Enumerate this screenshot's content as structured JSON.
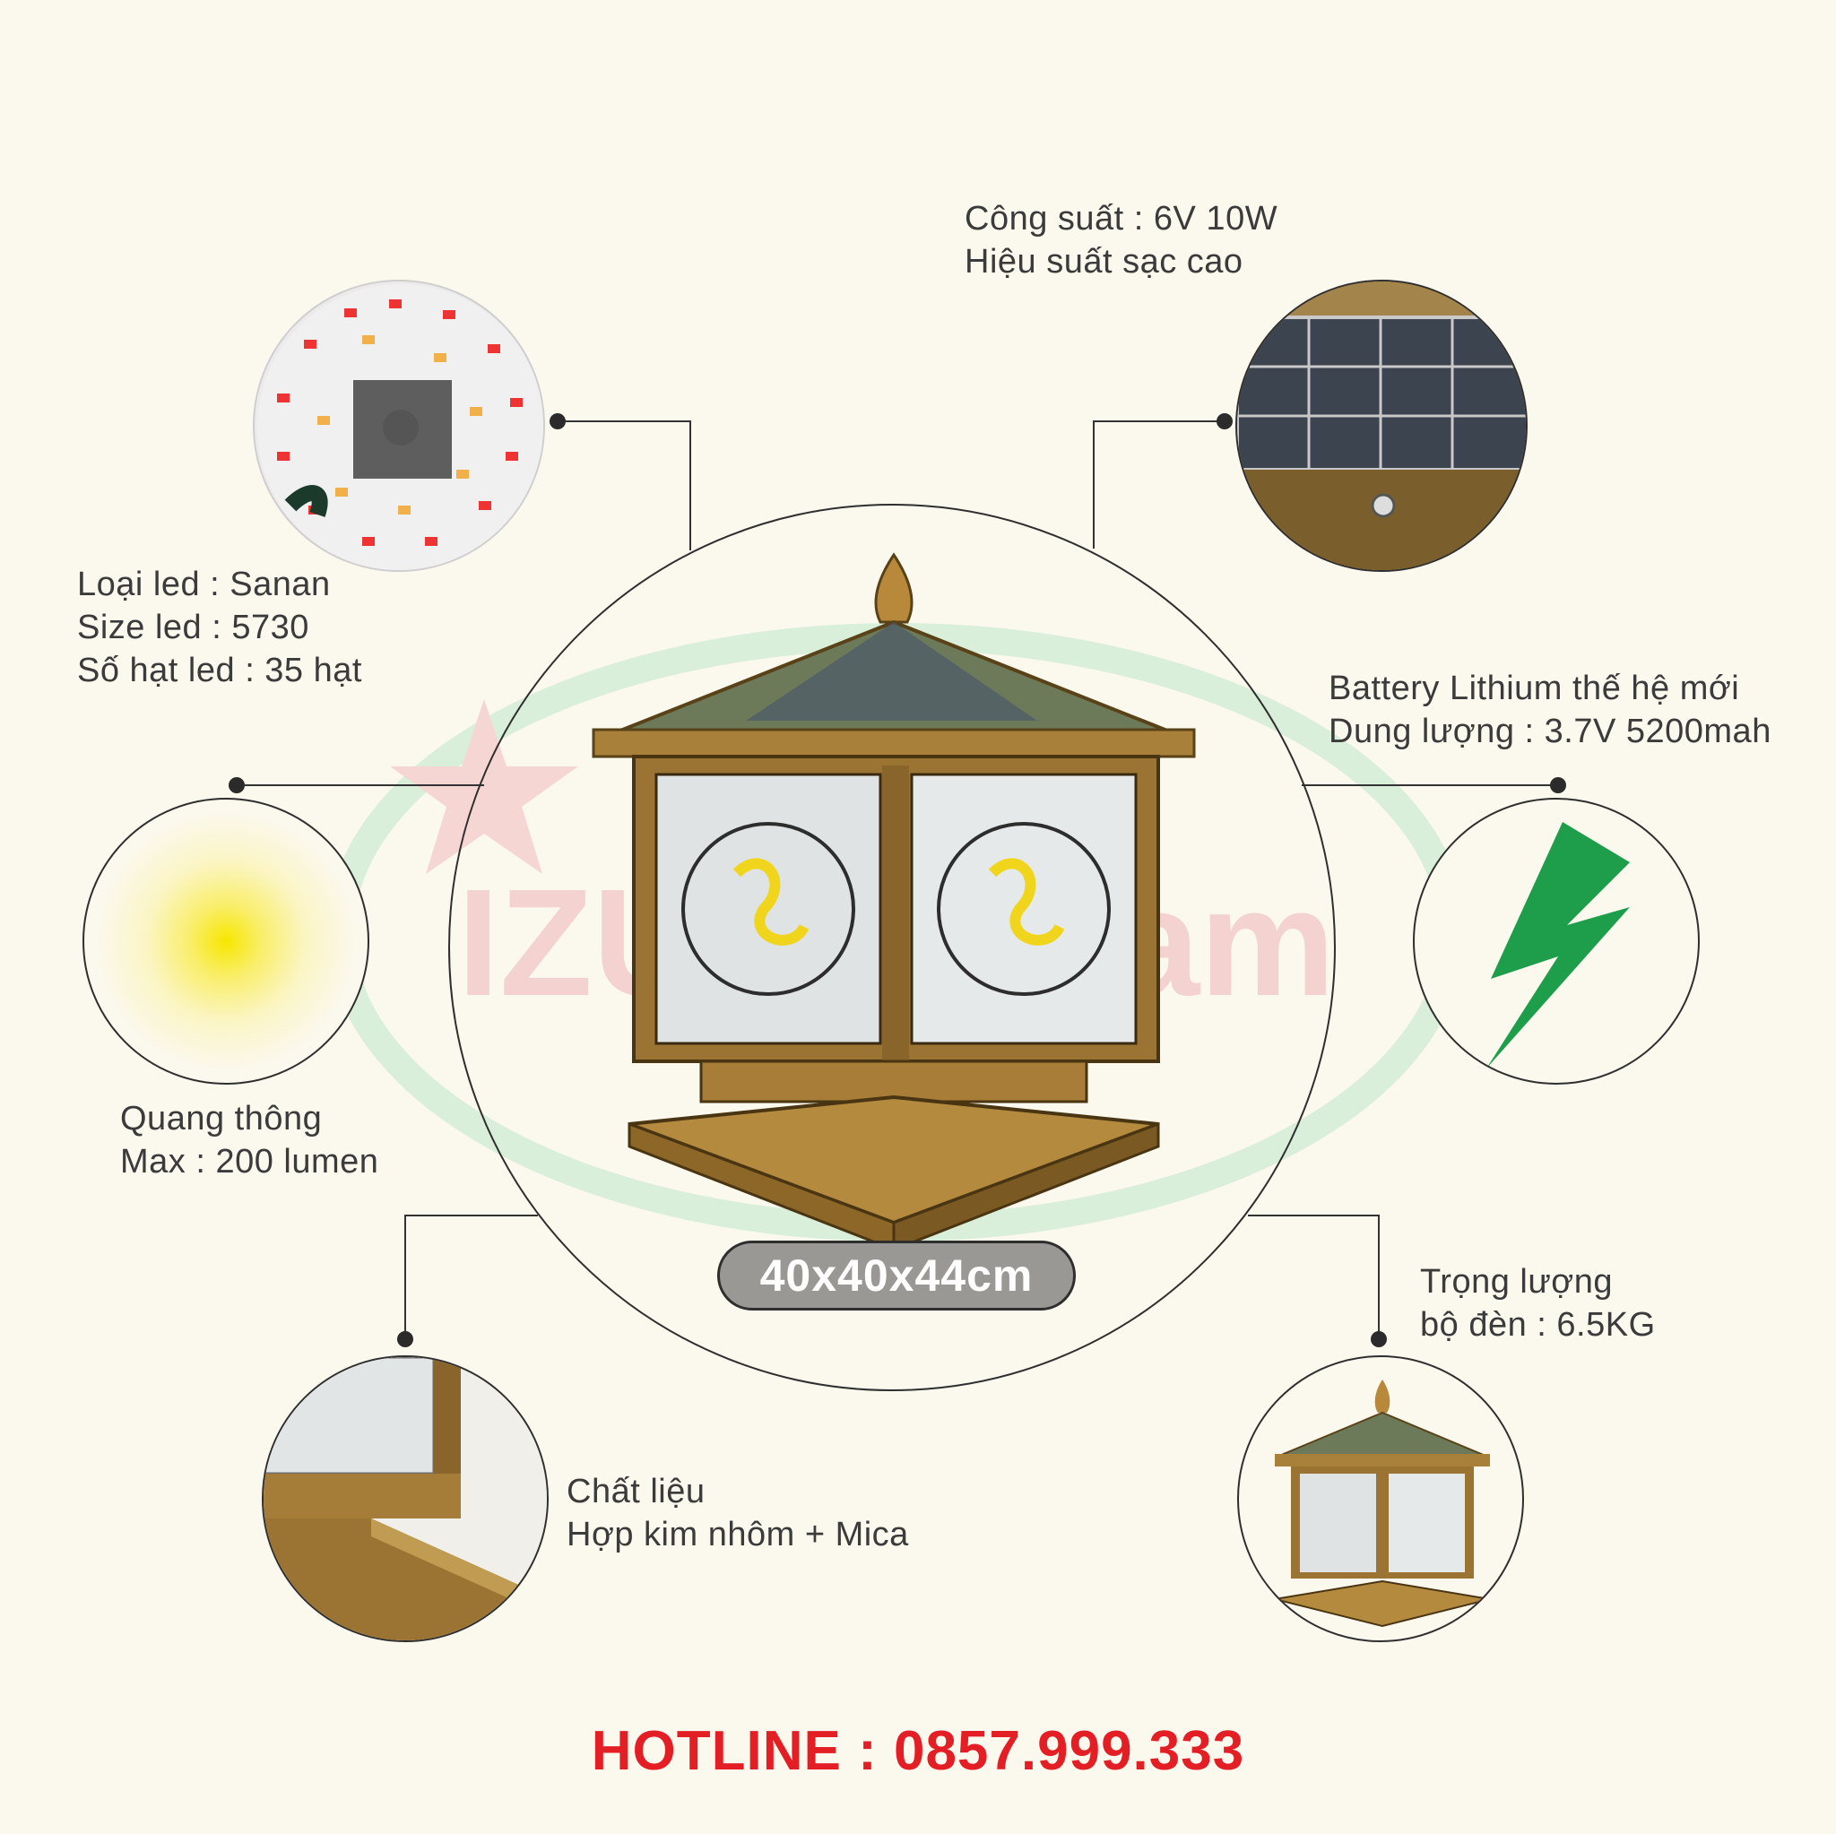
{
  "specs": {
    "power": {
      "line1": "Công suất : 6V 10W",
      "line2": "Hiệu suất sạc cao"
    },
    "led": {
      "line1": "Loại led : Sanan",
      "line2": "Size led : 5730",
      "line3": "Số hạt led : 35 hạt"
    },
    "battery": {
      "line1": "Battery Lithium thế hệ mới",
      "line2": "Dung lượng : 3.7V 5200mah"
    },
    "lumen": {
      "line1": "Quang thông",
      "line2": "Max : 200 lumen"
    },
    "weight": {
      "line1": "Trọng lượng",
      "line2": "bộ đèn : 6.5KG"
    },
    "material": {
      "line1": "Chất liệu",
      "line2": "Hợp kim nhôm + Mica"
    }
  },
  "dimensions": "40x40x44cm",
  "hotline": "HOTLINE : 0857.999.333",
  "watermark": "IZU Vietnam",
  "colors": {
    "accent_red": "#e31e24",
    "bronze": "#a9803a",
    "lightning_green": "#1e9e4a",
    "glow_yellow": "#f7e600"
  }
}
